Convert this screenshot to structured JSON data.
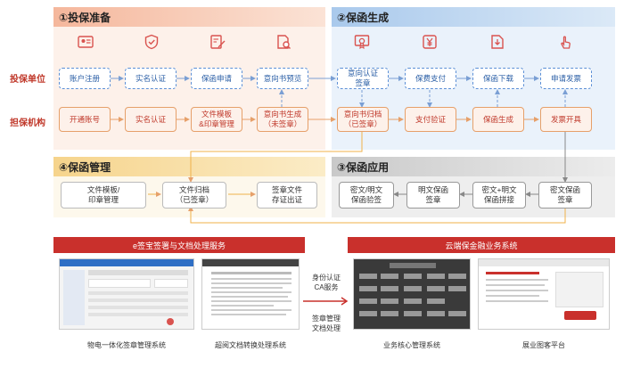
{
  "sections": {
    "investment_prep": "①投保准备",
    "guarantee_gen": "②保函生成",
    "guarantee_mgmt": "④保函管理",
    "guarantee_app": "③保函应用"
  },
  "row_labels": {
    "insured_unit": "投保单位",
    "guarantee_org": "担保机构"
  },
  "insured_steps": [
    "账户注册",
    "实名认证",
    "保函申请",
    "意向书预览",
    "意向认证\n签章",
    "保费支付",
    "保函下载",
    "申请发票"
  ],
  "org_steps": [
    "开通账号",
    "实名认证",
    "文件模板\n&印章管理",
    "意向书生成\n（未签章）",
    "意向书归档\n（已签章）",
    "支付验证",
    "保函生成",
    "发票开具"
  ],
  "mgmt_steps": [
    "文件模板/\n印章管理",
    "文件归档\n（已签章）",
    "签章文件\n存证出证"
  ],
  "app_steps": [
    "密文/明文\n保函验签",
    "明文保函\n签章",
    "密文+明文\n保函拼接",
    "密文保函\n签章"
  ],
  "icons": [
    "id-card-icon",
    "shield-check-icon",
    "edit-document-icon",
    "document-preview-icon",
    "certificate-icon",
    "yuan-payment-icon",
    "download-document-icon",
    "touch-click-icon"
  ],
  "bottom": {
    "left_header": "e签宝签署与文档处理服务",
    "right_header": "云端保金融业务系统",
    "left_captions": [
      "物电一体化签章管理系统",
      "超阅文档转换处理系统"
    ],
    "right_captions": [
      "业务核心管理系统",
      "展业图客平台"
    ],
    "middle_top": "身份认证\nCA服务",
    "middle_bottom": "签章管理\n文档处理"
  },
  "colors": {
    "accent_red": "#c9302c",
    "dashed_blue": "#5b8fd6",
    "orange_border": "#e6a06a"
  }
}
